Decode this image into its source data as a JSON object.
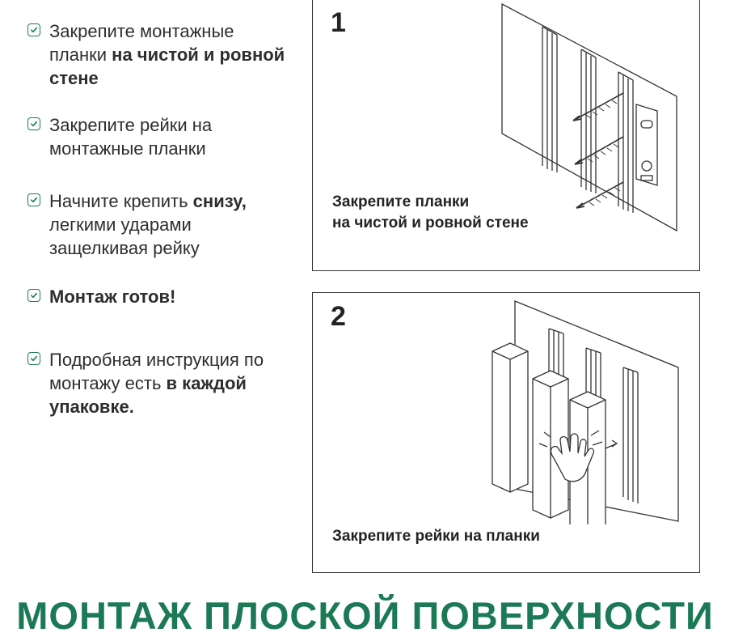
{
  "steps": [
    {
      "parts": [
        {
          "t": "Закрепите монтажные планки ",
          "b": false
        },
        {
          "t": "на чистой и ровной стене",
          "b": true
        }
      ]
    },
    {
      "parts": [
        {
          "t": "Закрепите рейки на монтажные планки",
          "b": false
        }
      ]
    },
    {
      "parts": [
        {
          "t": "Начните крепить ",
          "b": false
        },
        {
          "t": "снизу,",
          "b": true
        },
        {
          "t": " легкими ударами защелкивая рейку",
          "b": false
        }
      ]
    },
    {
      "parts": [
        {
          "t": "Монтаж готов!",
          "b": true
        }
      ]
    },
    {
      "parts": [
        {
          "t": "Подробная инструкция по монтажу есть ",
          "b": false
        },
        {
          "t": "в каждой упаковке.",
          "b": true
        }
      ]
    }
  ],
  "panel1": {
    "number": "1",
    "caption_line1": "Закрепите планки",
    "caption_line2": "на чистой и ровной стене"
  },
  "panel2": {
    "number": "2",
    "caption": "Закрепите рейки на планки"
  },
  "footer": {
    "title": "МОНТАЖ ПЛОСКОЙ ПОВЕРХНОСТИ"
  },
  "colors": {
    "accent": "#1b7a55",
    "text": "#2e2e2e",
    "border": "#333333"
  },
  "icons": {
    "bullet": "checkbox-checked-icon"
  }
}
